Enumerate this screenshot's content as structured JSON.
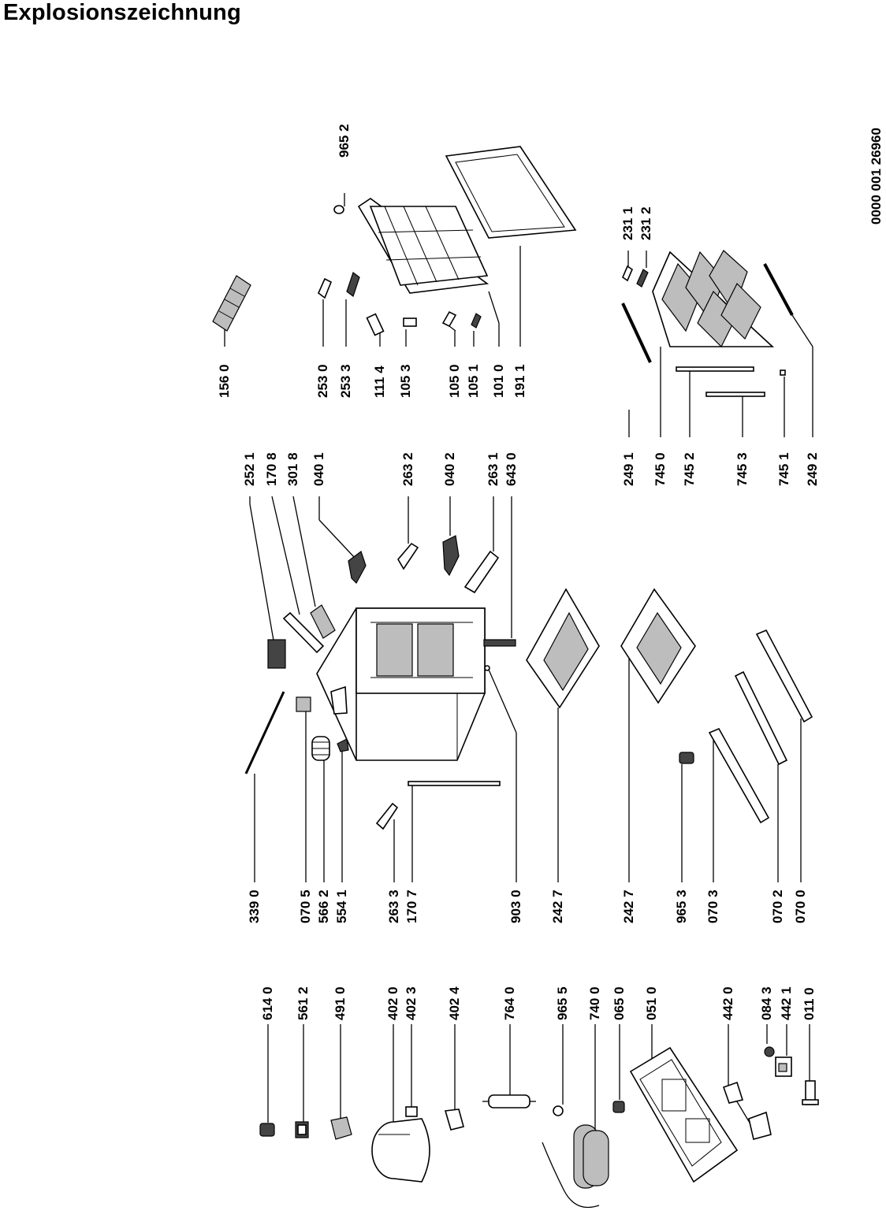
{
  "title": "Explosionszeichnung",
  "drawing_number": "0000 001 26960",
  "labels": [
    {
      "id": "l6140",
      "text": "614 0"
    },
    {
      "id": "l5612",
      "text": "561 2"
    },
    {
      "id": "l4910",
      "text": "491 0"
    },
    {
      "id": "l4020",
      "text": "402 0"
    },
    {
      "id": "l4023",
      "text": "402 3"
    },
    {
      "id": "l4024",
      "text": "402 4"
    },
    {
      "id": "l7640",
      "text": "764 0"
    },
    {
      "id": "l9655",
      "text": "965 5"
    },
    {
      "id": "l7400",
      "text": "740 0"
    },
    {
      "id": "l0650",
      "text": "065 0"
    },
    {
      "id": "l0510",
      "text": "051 0"
    },
    {
      "id": "l4420",
      "text": "442 0"
    },
    {
      "id": "l0843",
      "text": "084 3"
    },
    {
      "id": "l4421",
      "text": "442 1"
    },
    {
      "id": "l0110",
      "text": "011 0"
    },
    {
      "id": "l3390",
      "text": "339 0"
    },
    {
      "id": "l0705",
      "text": "070 5"
    },
    {
      "id": "l5662",
      "text": "566 2"
    },
    {
      "id": "l5541",
      "text": "554 1"
    },
    {
      "id": "l2633",
      "text": "263 3"
    },
    {
      "id": "l1707",
      "text": "170 7"
    },
    {
      "id": "l9030",
      "text": "903 0"
    },
    {
      "id": "l2427a",
      "text": "242 7"
    },
    {
      "id": "l2427b",
      "text": "242 7"
    },
    {
      "id": "l9653",
      "text": "965 3"
    },
    {
      "id": "l0703",
      "text": "070 3"
    },
    {
      "id": "l0702",
      "text": "070 2"
    },
    {
      "id": "l0700",
      "text": "070 0"
    },
    {
      "id": "l2521",
      "text": "252 1"
    },
    {
      "id": "l1708",
      "text": "170 8"
    },
    {
      "id": "l3018",
      "text": "301 8"
    },
    {
      "id": "l0401",
      "text": "040 1"
    },
    {
      "id": "l2632",
      "text": "263 2"
    },
    {
      "id": "l0402",
      "text": "040 2"
    },
    {
      "id": "l2631",
      "text": "263 1"
    },
    {
      "id": "l6430",
      "text": "643 0"
    },
    {
      "id": "l2491",
      "text": "249 1"
    },
    {
      "id": "l7450",
      "text": "745 0"
    },
    {
      "id": "l7452",
      "text": "745 2"
    },
    {
      "id": "l7453",
      "text": "745 3"
    },
    {
      "id": "l7451",
      "text": "745 1"
    },
    {
      "id": "l2492",
      "text": "249 2"
    },
    {
      "id": "l1560",
      "text": "156 0"
    },
    {
      "id": "l2530",
      "text": "253 0"
    },
    {
      "id": "l2533",
      "text": "253 3"
    },
    {
      "id": "l1114",
      "text": "111 4"
    },
    {
      "id": "l1053",
      "text": "105 3"
    },
    {
      "id": "l1050",
      "text": "105 0"
    },
    {
      "id": "l1051",
      "text": "105 1"
    },
    {
      "id": "l1010",
      "text": "101 0"
    },
    {
      "id": "l1911",
      "text": "191 1"
    },
    {
      "id": "l9652",
      "text": "965 2"
    },
    {
      "id": "l2311",
      "text": "231 1"
    },
    {
      "id": "l2312",
      "text": "231 2"
    }
  ]
}
